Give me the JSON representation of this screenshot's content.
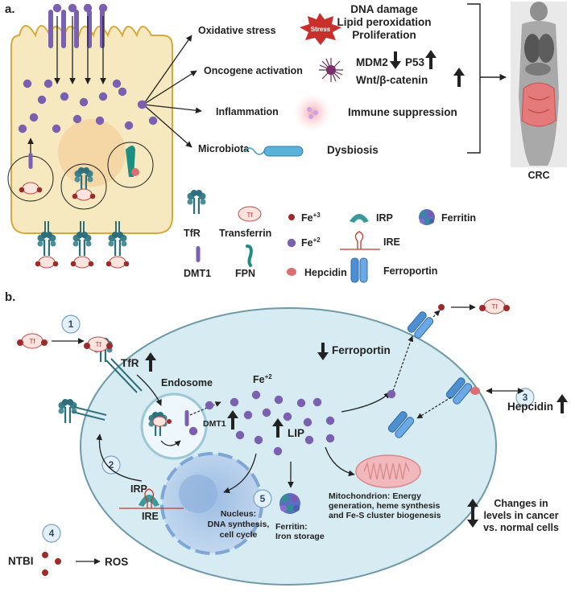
{
  "panel_a": {
    "label": "a.",
    "causes": [
      {
        "name": "Oxidative stress",
        "icon": "stress-star-icon",
        "icon_label": "Stress",
        "effects": [
          "DNA damage",
          "Lipid peroxidation",
          "Proliferation"
        ]
      },
      {
        "name": "Oncogene activation",
        "icon": "virus-spike-icon",
        "effects": [
          "MDM2",
          "P53",
          "Wnt/β-catenin"
        ]
      },
      {
        "name": "Inflammation",
        "icon": "inflammation-glow-icon",
        "effects": [
          "Immune suppression"
        ]
      },
      {
        "name": "Microbiota",
        "icon": "bacterium-icon",
        "effects": [
          "Dysbiosis"
        ]
      }
    ],
    "outcome": "CRC",
    "legend": {
      "tfr": "TfR",
      "transferrin": "Transferrin",
      "transferrin_badge": "Tf",
      "fe3": "Fe",
      "fe3_sup": "+3",
      "fe2": "Fe",
      "fe2_sup": "+2",
      "irp": "IRP",
      "ire": "IRE",
      "ferritin": "Ferritin",
      "dmt1": "DMT1",
      "fpn": "FPN",
      "hepcidin": "Hepcidin",
      "ferroportin": "Ferroportin"
    },
    "colors": {
      "cell": "#f7e9bf",
      "cell_border": "#d6a93e",
      "iron_fe2": "#7b5fb0",
      "iron_fe3": "#9e2b2b",
      "receptor": "#3a7f8a",
      "ferroportin": "#4d8fd1",
      "colon": "#e57a7a"
    }
  },
  "panel_b": {
    "label": "b.",
    "steps": [
      "1",
      "2",
      "3",
      "4",
      "5"
    ],
    "tf_badge": "Tf",
    "tfr": "TfR",
    "endosome": "Endosome",
    "dmt1": "DMT1",
    "fe2": "Fe",
    "fe2_sup": "+2",
    "lip": "LIP",
    "ferroportin": "Ferroportin",
    "hepcidin": "Hepcidin",
    "irp": "IRP",
    "ire": "IRE",
    "nucleus": [
      "Nucleus:",
      "DNA synthesis,",
      "cell cycle"
    ],
    "ferritin": [
      "Ferritin:",
      "Iron storage"
    ],
    "mitochondrion": [
      "Mitochondrion: Energy",
      "generation, heme synthesis",
      "and Fe-S cluster biogenesis"
    ],
    "ntbi": "NTBI",
    "ros": "ROS",
    "key": [
      "Changes in",
      "levels in cancer",
      "vs. normal cells"
    ],
    "colors": {
      "cell": "#d7ebf2",
      "cell_border": "#6e9aa8",
      "nucleus": "#a9c7e8"
    }
  }
}
